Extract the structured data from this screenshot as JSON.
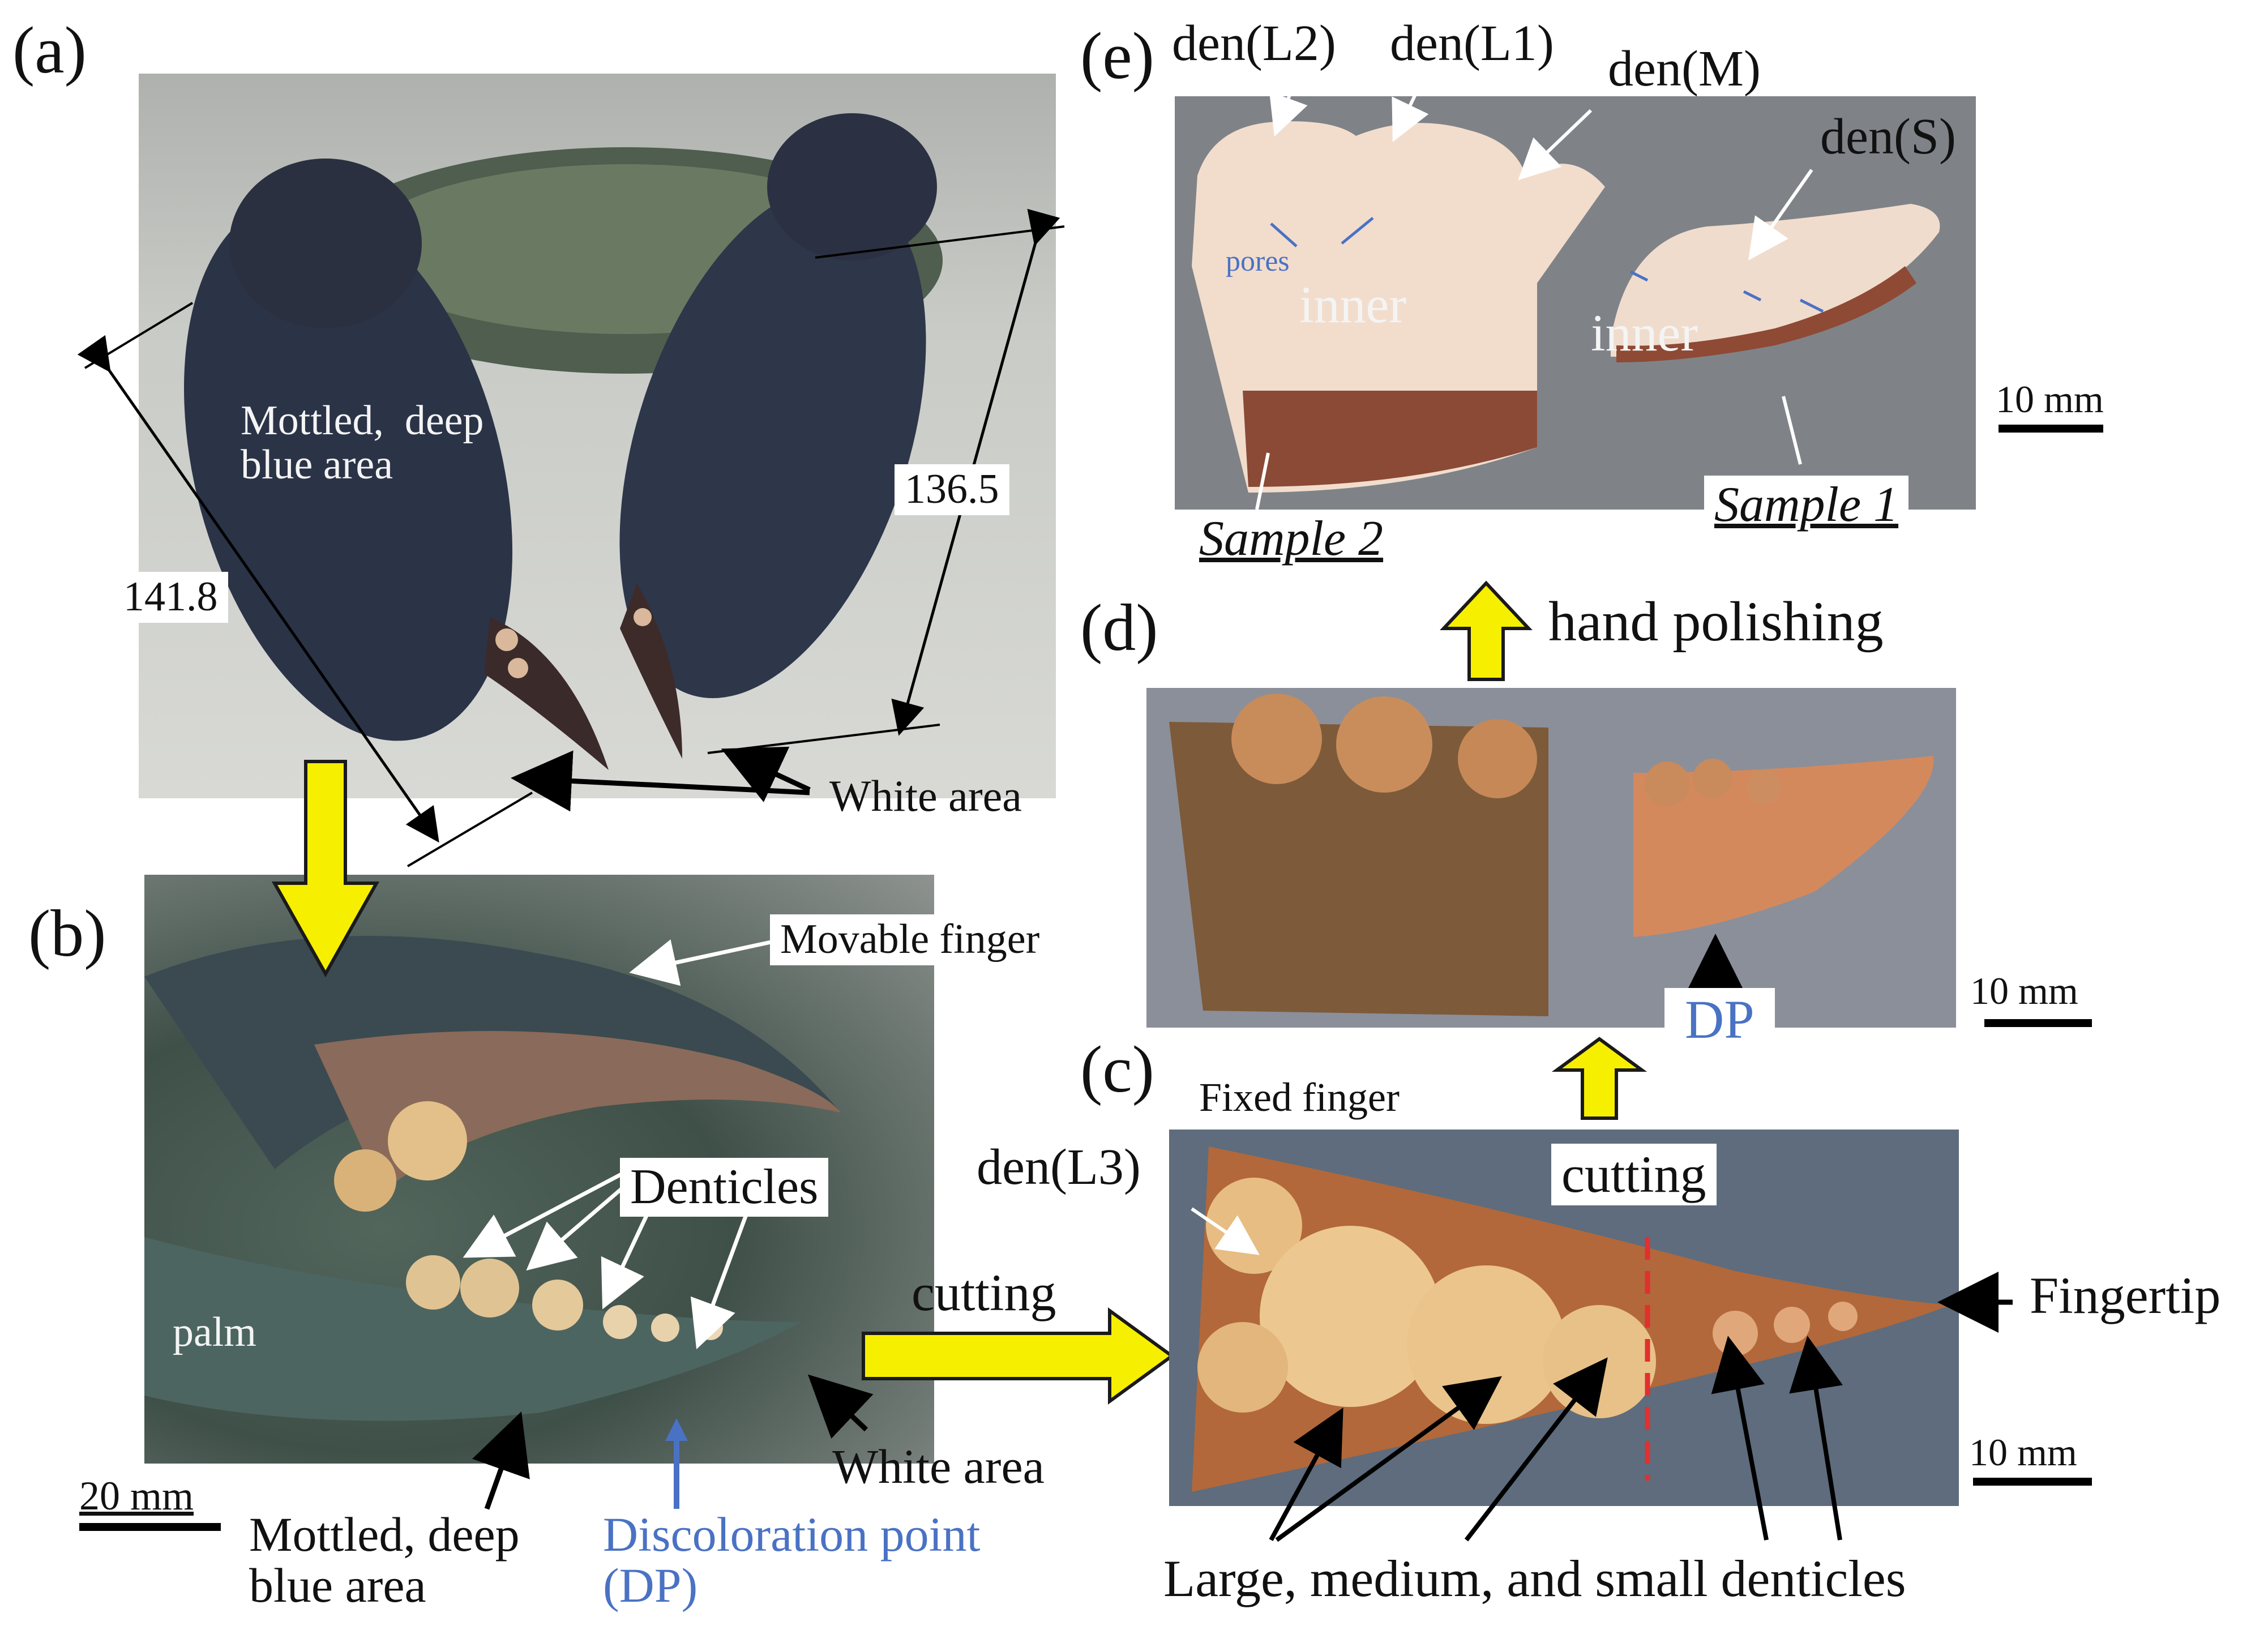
{
  "panels": {
    "a": {
      "letter": "(a)",
      "labels": {
        "mottled": "Mottled,  deep\nblue area",
        "dim_left": "141.8",
        "dim_right": "136.5",
        "white_area": "White area"
      }
    },
    "b": {
      "letter": "(b)",
      "labels": {
        "movable_finger": "Movable finger",
        "denticles": "Denticles",
        "palm": "palm",
        "white_area": "White area",
        "mottled": "Mottled, deep\nblue area",
        "discoloration_point": "Discoloration point\n(DP)",
        "scale": "20 mm"
      }
    },
    "c": {
      "letter": "(c)",
      "labels": {
        "fixed_finger": "Fixed finger",
        "den_l3": "den(L3)",
        "cutting": "cutting",
        "fingertip": "Fingertip",
        "denticles_sizes": "Large, medium, and small denticles",
        "scale": "10 mm"
      }
    },
    "d": {
      "letter": "(d)",
      "labels": {
        "hand_polishing": "hand polishing",
        "dp": "DP",
        "scale": "10 mm"
      }
    },
    "e": {
      "letter": "(e)",
      "labels": {
        "den_l2": "den(L2)",
        "den_l1": "den(L1)",
        "den_m": "den(M)",
        "den_s": "den(S)",
        "pores": "pores",
        "inner_1": "inner",
        "inner_2": "inner",
        "sample_2": "Sample 2",
        "sample_1": "Sample 1",
        "scale": "10 mm"
      }
    }
  },
  "arrows": {
    "a_to_b": "down",
    "b_to_c": "cutting",
    "c_to_d": "cutting",
    "d_to_e": "hand polishing"
  },
  "colors": {
    "arrow_fill": "#f7ef00",
    "arrow_stroke": "#1a1a1a",
    "blue_text": "#4a72c4",
    "cut_line": "#e03030"
  }
}
